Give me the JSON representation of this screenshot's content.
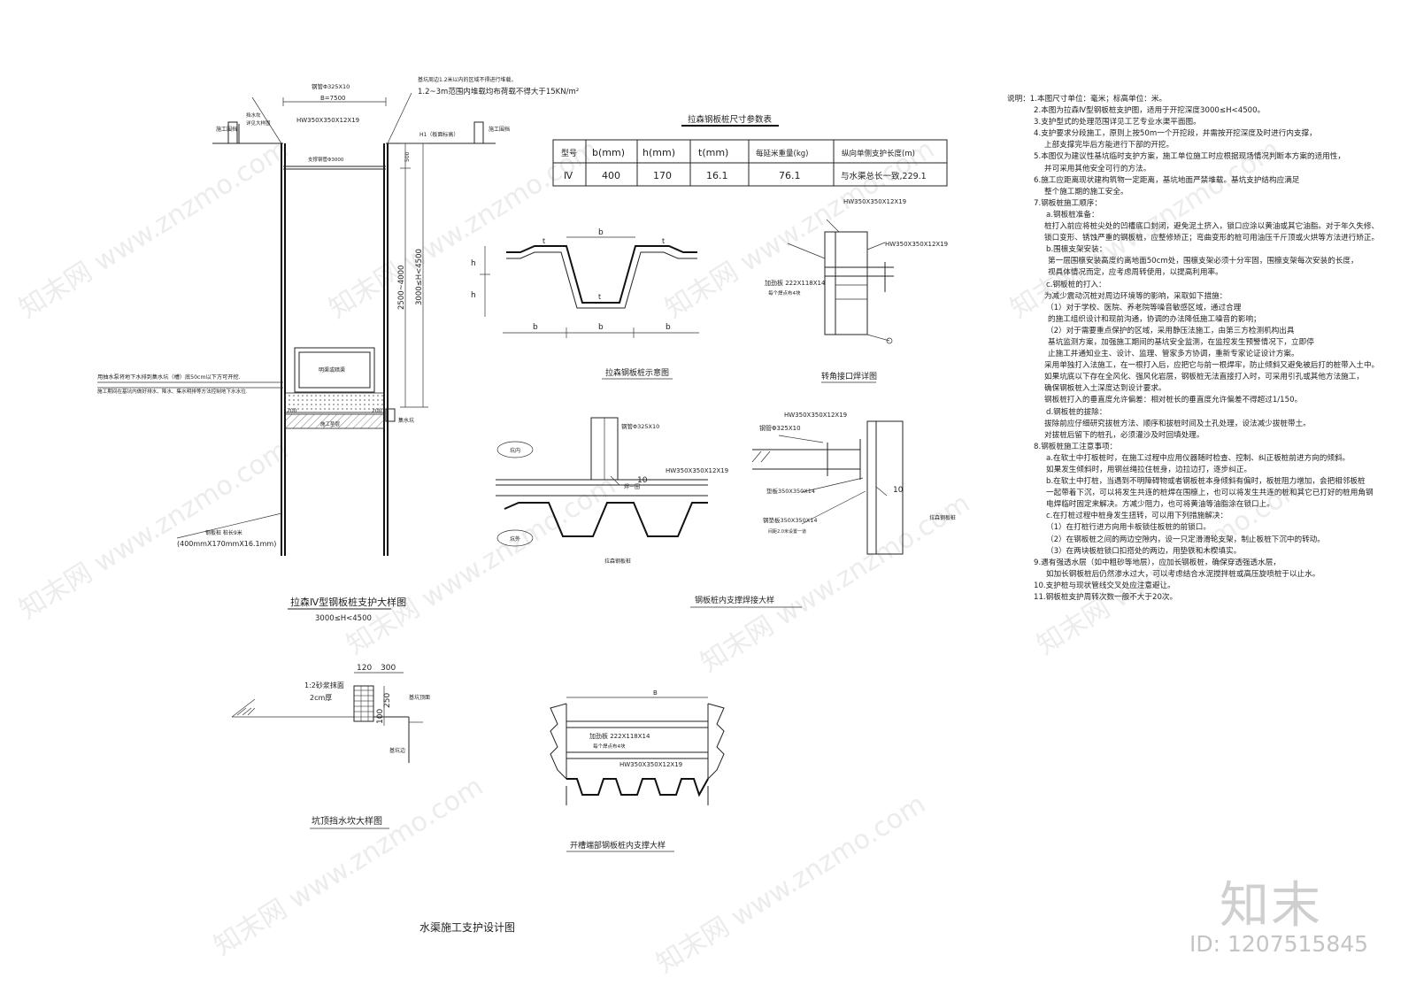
{
  "drawing_title": "水渠施工支护设计图",
  "watermark": {
    "logo": "知末",
    "id": "ID: 1207515845",
    "site": "知末网 www.znzmo.com"
  },
  "section": {
    "top_labels": {
      "pipe": "钢管Φ325X10",
      "width": "B=7500",
      "beam": "HW350X350X12X19",
      "bracing": "支撑钢管Φ3000",
      "fence_left": "施工围挡",
      "fence_right": "施工围挡",
      "slope_note_left": "挡水坎",
      "slope_note_left2": "详见大样图",
      "h1": "H1（板面标高）",
      "dim_500": "500",
      "note_top1": "基坑周边1.2米以内的区域不得进行堆载，",
      "note_top2": "1.2~3m范围内堆载均布荷载不得大于15KN/m²",
      "dim_2500": "2500~4000",
      "dim_3000": "3000≤H<4500"
    },
    "box_label": "明渠或暗渠",
    "left_note1": "用抽水泵将地下水排到集水坑（槽）底50cm以下方可开挖.",
    "left_note2": "施工期间在基坑内做好排水、降水、集水明排等方法控制地下水水位.",
    "dim_200a": "200",
    "dim_200b": "200",
    "layer_label": "施工垫层",
    "sump_label": "集水坑",
    "pile_label": "钢板桩  桩长9米",
    "pile_size": "(400mmX170mmX16.1mm)",
    "title": "拉森Ⅳ型钢板桩支护大样图",
    "subtitle": "3000≤H<4500"
  },
  "table": {
    "title": "拉森钢板桩尺寸参数表",
    "headers": [
      "型号",
      "b(mm)",
      "h(mm)",
      "t(mm)",
      "每延米重量(kg)",
      "纵向单侧支护长度(m)"
    ],
    "row": [
      "Ⅳ",
      "400",
      "170",
      "16.1",
      "76.1",
      "与水渠总长一致,229.1"
    ]
  },
  "pile_diagram": {
    "b": "b",
    "h": "h",
    "t": "t",
    "title": "拉森钢板桩示意图"
  },
  "corner": {
    "beam1": "HW350X350X12X19",
    "beam2": "HW350X350X12X19",
    "plate": "加劲板 222X118X14",
    "plate2": "每个焊点布4块",
    "title": "转角接口焊详图"
  },
  "strut_joint": {
    "pipe": "钢管Φ325X10",
    "beam": "HW350X350X12X19",
    "inside": "坑内",
    "outside": "坑外",
    "weld": "焊一圈",
    "weld_size": "10",
    "pile": "拉森钢板桩"
  },
  "strut_detail": {
    "beam": "HW350X350X12X19",
    "pipe": "钢管Φ325X10",
    "plate1": "垫板350X350X14",
    "plate2": "钢垫板350X350X14",
    "plate3": "间距2.0米设置一道",
    "weld_size": "10",
    "pile": "拉森钢板桩",
    "title": "钢板桩内支撑焊接大样"
  },
  "curb": {
    "dim_120": "120",
    "dim_300": "300",
    "dim_250": "250",
    "dim_100": "100",
    "mortar": "1:2砂浆抹面",
    "mortar2": "2cm厚",
    "ground": "基坑顶面",
    "edge": "基坑边",
    "title": "坑顶挡水坎大样图"
  },
  "plan": {
    "b": "B",
    "plate": "加劲板 222X118X14",
    "plate2": "每个焊点布4块",
    "beam": "HW350X350X12X19",
    "title": "开槽端部钢板桩内支撑大样"
  },
  "notes": [
    "说明：1.本图尺寸单位：毫米；标高单位：米。",
    "2.本图为拉森Ⅳ型钢板桩支护图，适用于开挖深度3000≤H<4500。",
    "3.支护型式的处理范围详见工艺专业水渠平面图。",
    "4.支护要求分段施工，原则上按50m一个开挖段，并需按开挖深度及时进行内支撑，",
    "上部支撑完毕后方能进行下部的开挖。",
    "5.本图仅为建议性基坑临时支护方案，施工单位施工时应根据现场情况判断本方案的适用性，",
    "并可采用其他安全可行的方法。",
    "6.施工应距离现状建构筑物一定距离，基坑地面严禁堆载。基坑支护结构应满足",
    "整个施工期的施工安全。",
    "7.钢板桩施工顺序：",
    "a.钢板桩准备：",
    "桩打入前应将桩尖处的凹槽底口封闭，避免泥土挤入，锁口应涂以黄油或其它油脂。对于年久失修、",
    "锁口变形、锈蚀严重的钢板桩，应整修矫正；弯曲变形的桩可用油压千斤顶或火烘等方法进行矫正。",
    "b.围檩支架安装：",
    "第一层围檩安装高度约离地面50cm处，围檩支架必须十分牢固，围檩支架每次安装的长度，",
    "视具体情况而定，应考虑周转使用，以提高利用率。",
    "c.钢板桩的打入：",
    "为减少震动沉桩对周边环境等的影响，采取如下措施：",
    "（1）对于学校、医院、养老院等噪音敏感区域，通过合理",
    "的施工组织设计和现前沟通，协调的办法降低施工噪音的影响；",
    "（2）对于需要重点保护的区域，采用静压法施工，由第三方检测机构出具",
    "基坑监测方案，加强施工期间的基坑安全监测，在监控发生预警情况下，立即停",
    "止施工并通知业主、设计、监理、管家多方协调，重新专家论证设计方案。",
    "采用单独打入法施工，在一根打入后，应把它与前一根焊牢，防止倾斜又避免被后打的桩带入土中。",
    "如果坑底以下存在全风化、强风化岩层，钢板桩无法直接打入时，可采用引孔或其他方法施工，",
    "确保钢板桩入土深度达到设计要求。",
    "钢板桩打入的垂直度允许偏差：相对桩长的垂直度允许偏差不得超过1/150。",
    "d.钢板桩的拔除：",
    "拔除前应仔细研究拔桩方法、顺序和拔桩时间及土孔处理，设法减少拔桩带土。",
    "对拔桩后留下的桩孔，必须灌沙及时回填处理。",
    "8.钢板桩施工注意事项：",
    "a.在软土中打板桩时，在施工过程中应用仪器随时检查、控制、纠正板桩前进方向的倾斜。",
    "如果发生倾斜时，用钢丝绳拉住桩身，边拉边打，逐步纠正。",
    "b.在软土中打桩，当遇到不明障碍物或者钢板桩本身倾斜有偏时，板桩阻力增加，会把相邻板桩",
    "一起带着下沉，可以将发生共连的桩焊在围檩上，也可以将发生共连的桩和其它已打好的桩用角钢",
    "电焊临时固定来解决。方减少阻力，也可将黄油等油脂涂在锁口上。",
    "c.在打桩过程中桩身发生扭转，可以用下列措施解决：",
    "（1）在打桩行进方向用卡板锁住板桩的前锁口。",
    "（2）在钢板桩之间的两边空隙内，设一只定滑滑轮支架，制止板桩下沉中的转动。",
    "（3）在两块板桩锁口扣搭处的两边，用垫铁和木楔填实。",
    "9.遇有强透水层（如中粗砂等地层），应加长钢板桩，确保穿透强透水层，",
    "如加长钢板桩后仍然渗水过大，可以考虑结合水泥搅拌桩或高压旋喷桩于以止水。",
    "10.支护桩与现状管线交叉处应注意避让。",
    "11.钢板桩支护周转次数一般不大于20次。"
  ]
}
